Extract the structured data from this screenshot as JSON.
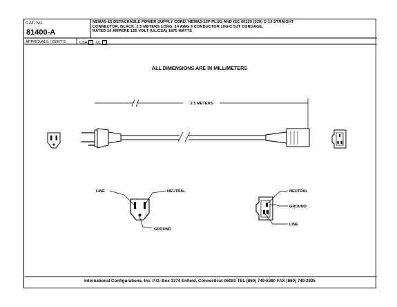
{
  "header": {
    "cat_label": "CAT. No.",
    "cat_number": "81400-A",
    "description_lines": [
      "NEMA5-15 DETACHABLE POWER SUPPLY CORD, NEMA5-15P PLUG AND IEC 60320 (320) C-13 STRAIGHT",
      "CONNECTOR, BLACK, 2.5 METERS LONG, 14 AWG 3 CONDUCTOR 10G/C SJT CORDAGE,",
      "RATED 10 AMPERE 125 VOLT (UL/CSA) 1875 WATTS"
    ],
    "approvals_label": "APPROVALS / CERT'S",
    "certs": [
      {
        "label": "CSA",
        "checked": true
      },
      {
        "label": "UL",
        "checked": true
      }
    ]
  },
  "drawing": {
    "dimensions_note": "ALL DIMENSIONS ARE IN MILLIMETERS",
    "length_label": "2.5 METERS"
  },
  "plug_face_labels": {
    "line": "LINE",
    "neutral": "NEUTRAL",
    "ground": "GROUND"
  },
  "connector_face_labels": {
    "neutral": "NEUTRAL",
    "ground": "GROUND",
    "line": "LINE"
  },
  "footer": {
    "text": "International Configurations, Inc.  P.O. Box 3374  Enfield, Connecticut 06083 TEL (860) 749-6380  FAX (860) 749-2925"
  }
}
